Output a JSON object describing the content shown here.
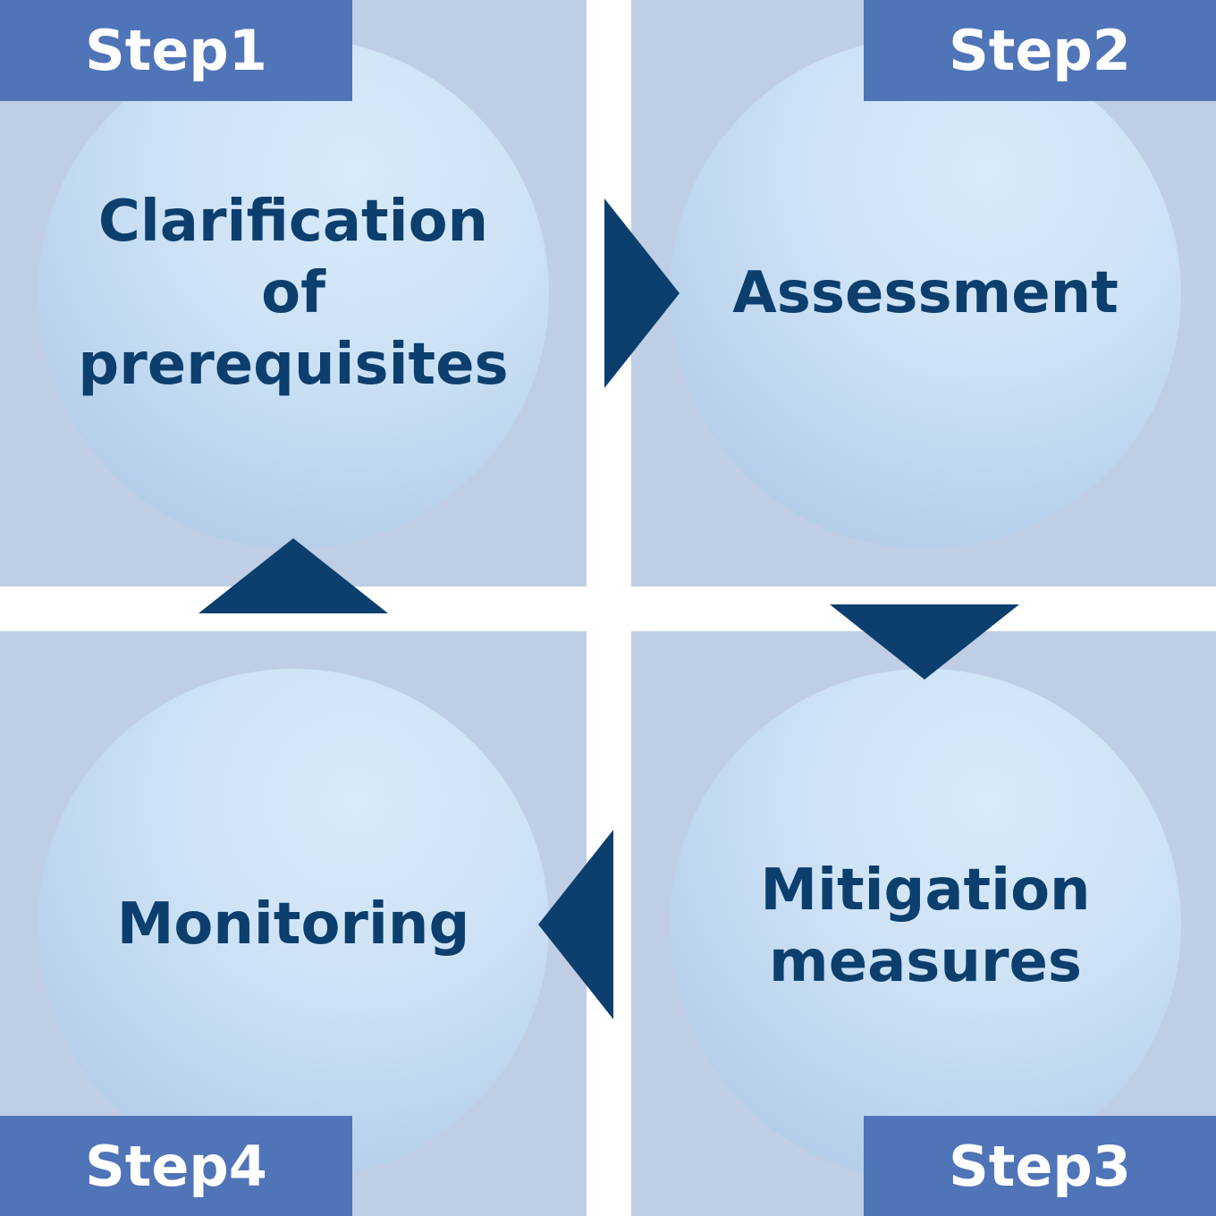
{
  "steps": [
    {
      "label": "Step1",
      "title": "Clarification\nof\nprerequisites"
    },
    {
      "label": "Step2",
      "title": "Assessment"
    },
    {
      "label": "Step3",
      "title": "Mitigation\nmeasures"
    },
    {
      "label": "Step4",
      "title": "Monitoring"
    }
  ],
  "colors": {
    "panel": "#bfcee4",
    "step_badge": "#4f74b8",
    "text_and_arrows": "#0c3f6e"
  }
}
